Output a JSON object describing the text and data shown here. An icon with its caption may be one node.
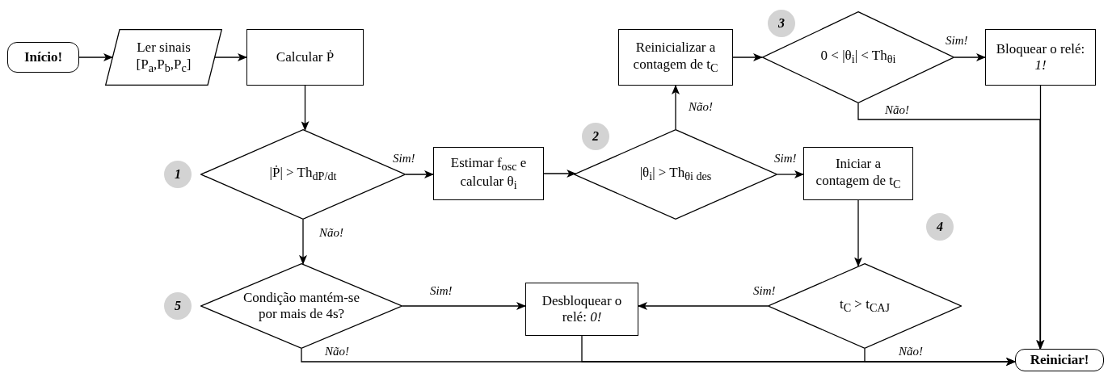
{
  "diagram": {
    "nodes": [
      {
        "text": [
          "Início!"
        ]
      },
      {
        "text": [
          "Ler sinais [P$_{a}$,P$_{b}$,P$_{c}$]"
        ]
      },
      {
        "text": [
          "Calcular Ṗ"
        ]
      },
      {
        "text": [
          "|Ṗ| > Th$_{dP/dt}$"
        ],
        "beside": [
          "1"
        ]
      },
      {
        "text": [
          "Estimar f$_{osc}$ e calcular θ$_{i}$"
        ]
      },
      {
        "text": [
          "|θ$_{i}$| > Th$_{θi des}$"
        ],
        "beside": [
          "2"
        ]
      },
      {
        "text": [
          "Reinicializar a contagem de t$_{C}$"
        ]
      },
      {
        "text": [
          "0 < |θ$_{i}$| < Th$_{θi}$"
        ],
        "beside": [
          "3"
        ]
      },
      {
        "text": [
          "Bloquear o relé: *1!*"
        ]
      },
      {
        "text": [
          "Iniciar a contagem de t$_{C}$"
        ]
      },
      {
        "text": [
          "t$_{C}$ > t$_{CAJ}$"
        ],
        "beside": [
          "4"
        ]
      },
      {
        "text": [
          "Desbloquear o relé: *0!*"
        ]
      },
      {
        "text": [
          "Condição mantém-se por mais de 4s?"
        ],
        "beside": [
          "5"
        ]
      },
      {
        "text": [
          "Reiniciar!"
        ]
      }
    ],
    "edges": [
      {
        "from": 0,
        "to": 1,
        "arrow": "to"
      },
      {
        "from": 1,
        "to": 2,
        "arrow": "to"
      },
      {
        "from": 2,
        "to": 3,
        "arrow": "to"
      },
      {
        "from": 3,
        "to": 4,
        "arrow": "to",
        "label": "Sim!"
      },
      {
        "from": 4,
        "to": 5,
        "arrow": "to"
      },
      {
        "from": 5,
        "to": 9,
        "arrow": "to",
        "label": "Sim!"
      },
      {
        "from": 5,
        "to": 6,
        "arrow": "to",
        "label": "Não!"
      },
      {
        "from": 6,
        "to": 7,
        "arrow": "to"
      },
      {
        "from": 7,
        "to": 8,
        "arrow": "to",
        "label": "Sim!"
      },
      {
        "from": 8,
        "to": 13,
        "arrow": "to"
      },
      {
        "from": 7,
        "to": 13,
        "arrow": "to",
        "label": "Não!"
      },
      {
        "from": 9,
        "to": 10,
        "arrow": "to"
      },
      {
        "from": 10,
        "to": 11,
        "arrow": "to",
        "label": "Sim!"
      },
      {
        "from": 10,
        "to": 13,
        "arrow": "to",
        "label": "Não!"
      },
      {
        "from": 3,
        "to": 12,
        "arrow": "to",
        "label": "Não!"
      },
      {
        "from": 12,
        "to": 11,
        "arrow": "to",
        "label": "Sim!"
      },
      {
        "from": 12,
        "to": 13,
        "arrow": "to",
        "label": "Não!"
      },
      {
        "from": 11,
        "to": 13,
        "arrow": "to"
      }
    ]
  }
}
